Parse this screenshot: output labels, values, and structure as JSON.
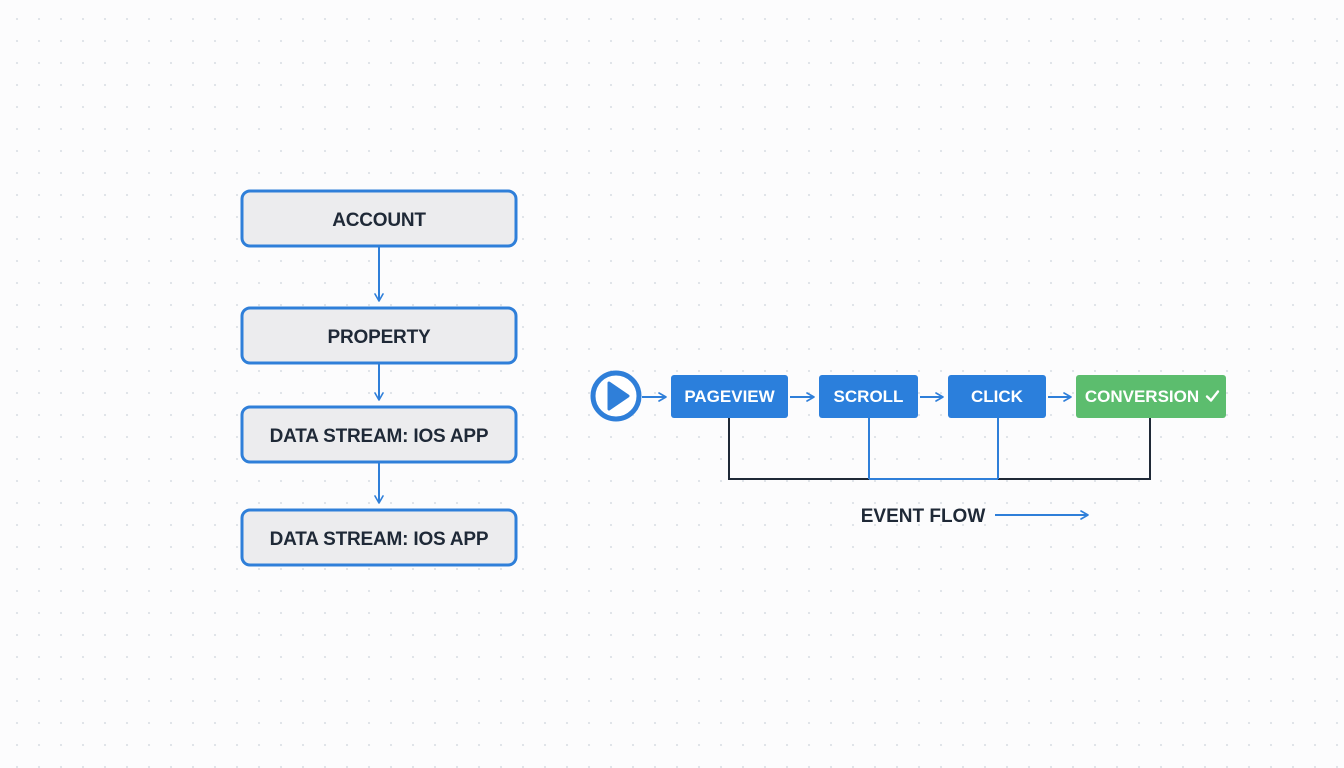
{
  "colors": {
    "accent": "#2f7fd9",
    "node_fill": "#ececee",
    "event_fill": "#2b7fdc",
    "success": "#5cbd6e",
    "ink": "#1f2937"
  },
  "hierarchy": {
    "nodes": [
      {
        "label": "ACCOUNT"
      },
      {
        "label": "PROPERTY"
      },
      {
        "label": "DATA STREAM: IOS APP"
      },
      {
        "label": "DATA STREAM: IOS APP"
      }
    ]
  },
  "event_flow": {
    "start_icon": "play-icon",
    "steps": [
      {
        "label": "PAGEVIEW"
      },
      {
        "label": "SCROLL"
      },
      {
        "label": "CLICK"
      },
      {
        "label": "CONVERSION",
        "icon": "check-icon"
      }
    ],
    "caption": "EVENT FLOW"
  }
}
